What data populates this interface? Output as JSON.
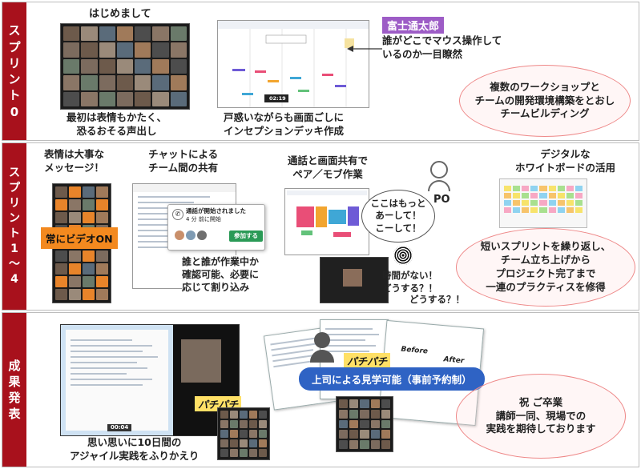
{
  "sections": [
    {
      "label": "スプリント0",
      "photo1_caption": "はじめまして",
      "caption1": "最初は表情もかたく、\n恐るおそる声出し",
      "name_badge": "富士通太郎",
      "note": "誰がどこでマウス操作して\nいるのか一目瞭然",
      "caption2": "戸惑いながらも画面ごしに\nインセプションデッキ作成",
      "oval_text": "複数のワークショップと\nチームの開発環境構築をとおし\nチームビルディング",
      "timer": "02:19"
    },
    {
      "label": "スプリント1〜4",
      "title1": "表情は大事な\nメッセージ！",
      "video_badge": "常にビデオON",
      "title2": "チャットによる\nチーム間の共有",
      "call_started": "通話が開始されました",
      "call_time": "4 分 前に開始",
      "join_button": "参加する",
      "note2": "誰と誰が作業中か\n確認可能、必要に\n応じて割り込み",
      "title3": "通話と画面共有で\nペア／モブ作業",
      "po_label": "PO",
      "bubble_text": "ここはもっと\nあーして！\nこーして！",
      "worry1": "時間がない！\nどうする？！",
      "worry2": "どうする？！",
      "title4": "デジタルな\nホワイトボードの活用",
      "oval_text": "短いスプリントを繰り返し、\nチーム立ち上げから\nプロジェクト完了まで\n一連のプラクティスを修得"
    },
    {
      "label": "成果発表",
      "burst1": "パチパチ",
      "burst2": "パチパチ",
      "caption": "思い思いに10日間の\nアジャイル実践をふりかえり",
      "callout": "上司による見学可能（事前予約制）",
      "doc_before": "Before",
      "doc_after": "After",
      "oval_text": "祝 ご卒業\n講師一同、現場での\n実践を期待しております",
      "slide_timer": "00:04"
    }
  ],
  "colors": {
    "tab": "#a8111c",
    "badge": "#9d5cc6",
    "callout": "#2f63c4",
    "video": "#f3891f",
    "oval_border": "#e88"
  }
}
